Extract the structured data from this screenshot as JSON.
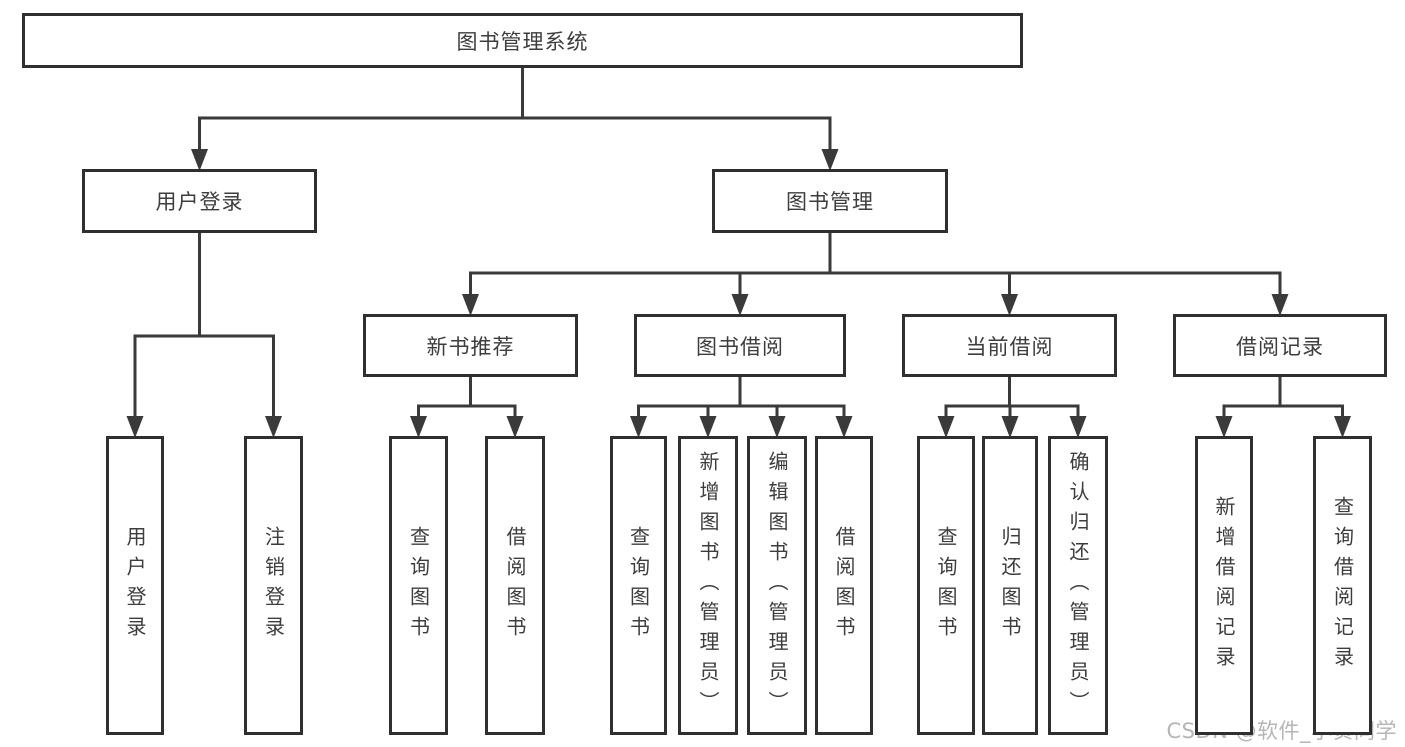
{
  "diagram": {
    "type": "hierarchy-tree",
    "nodes": [
      {
        "id": "root",
        "label": "图书管理系统",
        "parent": null,
        "orientation": "horizontal"
      },
      {
        "id": "user-login",
        "label": "用户登录",
        "parent": "root",
        "orientation": "horizontal"
      },
      {
        "id": "book-mgmt",
        "label": "图书管理",
        "parent": "root",
        "orientation": "horizontal"
      },
      {
        "id": "leaf-user-login",
        "label": "用户登录",
        "parent": "user-login",
        "orientation": "vertical"
      },
      {
        "id": "leaf-logout",
        "label": "注销登录",
        "parent": "user-login",
        "orientation": "vertical"
      },
      {
        "id": "new-book-rec",
        "label": "新书推荐",
        "parent": "book-mgmt",
        "orientation": "horizontal"
      },
      {
        "id": "book-borrow",
        "label": "图书借阅",
        "parent": "book-mgmt",
        "orientation": "horizontal"
      },
      {
        "id": "current-borrow",
        "label": "当前借阅",
        "parent": "book-mgmt",
        "orientation": "horizontal"
      },
      {
        "id": "borrow-record",
        "label": "借阅记录",
        "parent": "book-mgmt",
        "orientation": "horizontal"
      },
      {
        "id": "nbr-query-book",
        "label": "查询图书",
        "parent": "new-book-rec",
        "orientation": "vertical"
      },
      {
        "id": "nbr-borrow-book",
        "label": "借阅图书",
        "parent": "new-book-rec",
        "orientation": "vertical"
      },
      {
        "id": "bb-query-book",
        "label": "查询图书",
        "parent": "book-borrow",
        "orientation": "vertical"
      },
      {
        "id": "bb-add-book",
        "label": "新增图书（管理员）",
        "parent": "book-borrow",
        "orientation": "vertical"
      },
      {
        "id": "bb-edit-book",
        "label": "编辑图书（管理员）",
        "parent": "book-borrow",
        "orientation": "vertical"
      },
      {
        "id": "bb-borrow-book",
        "label": "借阅图书",
        "parent": "book-borrow",
        "orientation": "vertical"
      },
      {
        "id": "cb-query-book",
        "label": "查询图书",
        "parent": "current-borrow",
        "orientation": "vertical"
      },
      {
        "id": "cb-return-book",
        "label": "归还图书",
        "parent": "current-borrow",
        "orientation": "vertical"
      },
      {
        "id": "cb-confirm-return",
        "label": "确认归还（管理员）",
        "parent": "current-borrow",
        "orientation": "vertical"
      },
      {
        "id": "br-add-record",
        "label": "新增借阅记录",
        "parent": "borrow-record",
        "orientation": "vertical"
      },
      {
        "id": "br-query-record",
        "label": "查询借阅记录",
        "parent": "borrow-record",
        "orientation": "vertical"
      }
    ],
    "watermark": "CSDN @软件_小贺同学",
    "colors": {
      "line": "#3a3a3a",
      "box_border": "#2f2f2f",
      "box_fill": "#ffffff",
      "text": "#3d3d3d",
      "watermark": "#b5b5b5",
      "background": "#ffffff"
    }
  }
}
